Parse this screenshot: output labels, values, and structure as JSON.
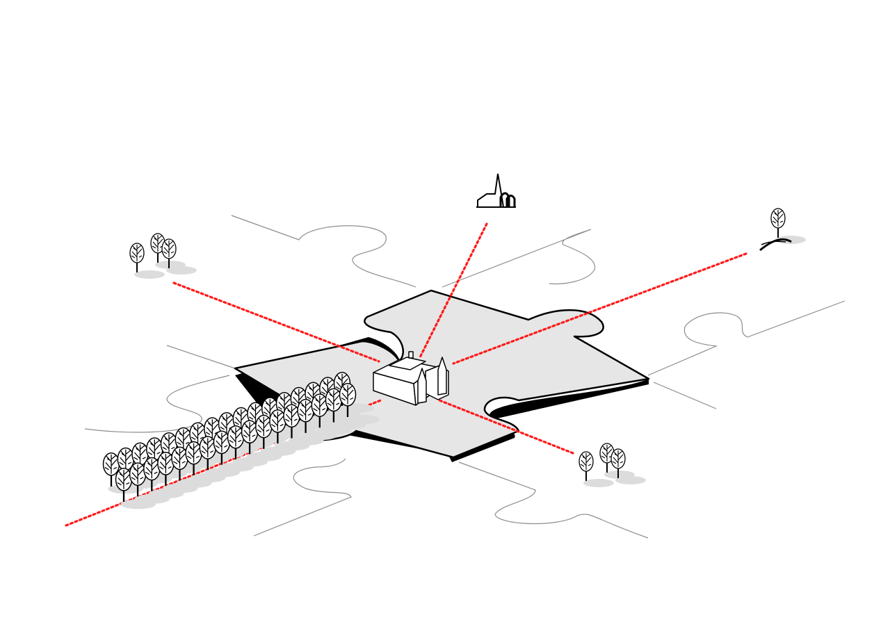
{
  "diagram": {
    "background_color": "#ffffff",
    "puzzle_fill_color": "#e6e6e6",
    "puzzle_edge_color": "#000000",
    "outline_color": "#000000",
    "sightline_color": "#ff1a1a",
    "shadow_color": "#d9d9d9",
    "central_piece": "puzzle-piece",
    "building": "manor-house",
    "landmarks": [
      "church",
      "lone-tree-on-hill",
      "tree-group-west",
      "tree-group-east",
      "tree-avenue"
    ]
  }
}
